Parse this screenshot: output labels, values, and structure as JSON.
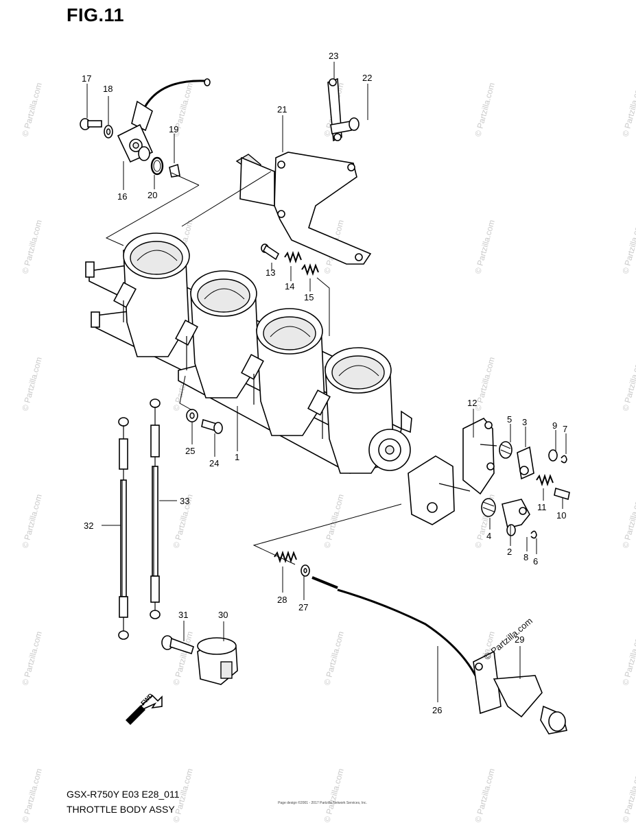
{
  "figure": {
    "title": "FIG.11",
    "model_code": "GSX-R750Y E03 E28_011",
    "assembly_name": "THROTTLE BODY ASSY",
    "fine_print": "Page design ©2001 - 2017 Partzilla Network Services, Inc."
  },
  "watermark": {
    "text": "© Partzilla.com",
    "prominent_text": "© Partzilla.com"
  },
  "callouts": [
    {
      "id": "c1",
      "label": "1"
    },
    {
      "id": "c2",
      "label": "2"
    },
    {
      "id": "c3",
      "label": "3"
    },
    {
      "id": "c4",
      "label": "4"
    },
    {
      "id": "c5",
      "label": "5"
    },
    {
      "id": "c6",
      "label": "6"
    },
    {
      "id": "c7",
      "label": "7"
    },
    {
      "id": "c8",
      "label": "8"
    },
    {
      "id": "c9",
      "label": "9"
    },
    {
      "id": "c10",
      "label": "10"
    },
    {
      "id": "c11",
      "label": "11"
    },
    {
      "id": "c12",
      "label": "12"
    },
    {
      "id": "c13",
      "label": "13"
    },
    {
      "id": "c14",
      "label": "14"
    },
    {
      "id": "c15",
      "label": "15"
    },
    {
      "id": "c16",
      "label": "16"
    },
    {
      "id": "c17",
      "label": "17"
    },
    {
      "id": "c18",
      "label": "18"
    },
    {
      "id": "c19",
      "label": "19"
    },
    {
      "id": "c20",
      "label": "20"
    },
    {
      "id": "c21",
      "label": "21"
    },
    {
      "id": "c22",
      "label": "22"
    },
    {
      "id": "c23",
      "label": "23"
    },
    {
      "id": "c24",
      "label": "24"
    },
    {
      "id": "c25",
      "label": "25"
    },
    {
      "id": "c26",
      "label": "26"
    },
    {
      "id": "c27",
      "label": "27"
    },
    {
      "id": "c28",
      "label": "28"
    },
    {
      "id": "c29",
      "label": "29"
    },
    {
      "id": "c30",
      "label": "30"
    },
    {
      "id": "c31",
      "label": "31"
    },
    {
      "id": "c32",
      "label": "32"
    },
    {
      "id": "c33",
      "label": "33"
    }
  ],
  "direction_marker": {
    "label": "FWD",
    "icon": "forward-arrow-icon"
  }
}
